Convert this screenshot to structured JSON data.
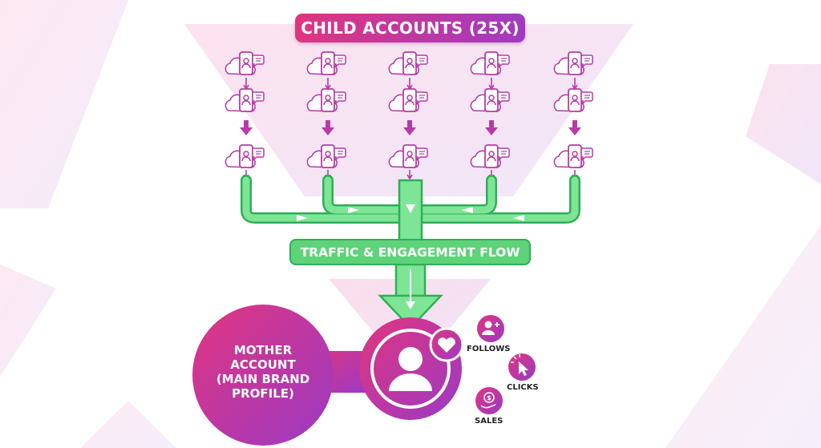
{
  "header": {
    "title": "CHILD ACCOUNTS (25X)"
  },
  "flow": {
    "label": "TRAFFIC & ENGAGEMENT FLOW"
  },
  "mother": {
    "label_lines": [
      "MOTHER",
      "ACCOUNT",
      "(MAIN BRAND",
      "PROFILE)"
    ]
  },
  "outcomes": [
    {
      "label": "FOLLOWS",
      "icon": "user-plus-icon"
    },
    {
      "label": "CLICKS",
      "icon": "cursor-click-icon"
    },
    {
      "label": "SALES",
      "icon": "money-hand-icon"
    }
  ],
  "colors": {
    "pink": "#e0357f",
    "purple": "#a13ac2",
    "green": "#5fd37a",
    "green_dark": "#2fae58",
    "magenta": "#b83aa8"
  },
  "grid": {
    "columns": 5,
    "rows": 3
  }
}
